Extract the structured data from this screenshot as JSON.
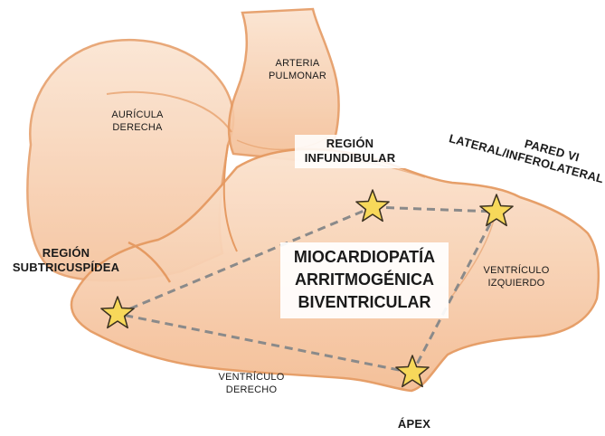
{
  "labels": {
    "arteria_pulmonar": [
      "ARTERIA",
      "PULMONAR"
    ],
    "auricula_derecha": [
      "AURÍCULA",
      "DERECHA"
    ],
    "region_infundibular": [
      "REGIÓN",
      "INFUNDIBULAR"
    ],
    "pared_vi": [
      "PARED VI",
      "LATERAL/INFEROLATERAL"
    ],
    "region_subtricuspidea": [
      "REGIÓN",
      "SUBTRICUSPÍDEA"
    ],
    "ventriculo_izquierdo": [
      "VENTRÍCULO",
      "IZQUIERDO"
    ],
    "ventriculo_derecho": [
      "VENTRÍCULO",
      "DERECHO"
    ],
    "apex": "ÁPEX"
  },
  "central_title": [
    "MIOCARDIOPATÍA",
    "ARRITMOGÉNICA",
    "BIVENTRICULAR"
  ],
  "colors": {
    "heart_fill": "#f6caa6",
    "heart_stroke": "#e59a62",
    "star_fill": "#f7d85a",
    "star_stroke": "#3a3020",
    "dashed_line": "#8a8a8a"
  }
}
